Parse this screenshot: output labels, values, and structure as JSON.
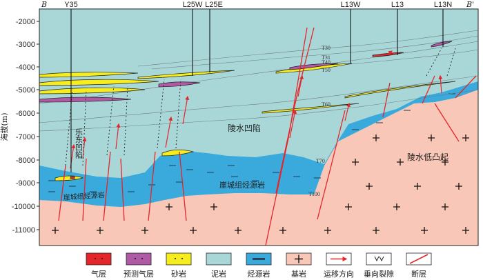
{
  "corners": {
    "left": "B",
    "right": "B'"
  },
  "wells": [
    {
      "id": "y35",
      "label": "Y35"
    },
    {
      "id": "l25w",
      "label": "L25W"
    },
    {
      "id": "l25e",
      "label": "L25E"
    },
    {
      "id": "l13w",
      "label": "L13W"
    },
    {
      "id": "l13",
      "label": "L13"
    },
    {
      "id": "l13n",
      "label": "L13N"
    }
  ],
  "axis": {
    "title": "海拔(m)",
    "ticks": [
      "-2000",
      "-3000",
      "-4000",
      "-5000",
      "-6000",
      "-7000",
      "-8000",
      "-9000",
      "-10000",
      "-11000"
    ]
  },
  "annotations": {
    "ledong_sag": "乐东凹陷",
    "lingshui_sag": "陵水凹陷",
    "lingshui_low_uplift": "陵水低凸起",
    "yacheng_source_right": "崖城组烃源岩",
    "yacheng_source_left": "崖城组烃源岩",
    "t30": "T30",
    "t31": "T31",
    "t40": "T40",
    "t50": "T50",
    "t60": "T60",
    "t70": "T70",
    "t100": "T100"
  },
  "legend": [
    {
      "id": "gas-layer",
      "label": "气层",
      "color": "#e3262a"
    },
    {
      "id": "predicted-gas",
      "label": "预测气层",
      "color": "#b05aa6"
    },
    {
      "id": "sandstone",
      "label": "砂岩",
      "color": "#f6ec1e"
    },
    {
      "id": "mudstone",
      "label": "泥岩",
      "color": "#a9d7d8"
    },
    {
      "id": "source-rock",
      "label": "烃源岩",
      "color": "#3aa9dc"
    },
    {
      "id": "basement",
      "label": "基岩",
      "color": "#f8c7b8"
    },
    {
      "id": "migration",
      "label": "运移方向",
      "color": "#e3262a"
    },
    {
      "id": "fracture",
      "label": "垂向裂隙",
      "color": "#222222"
    },
    {
      "id": "fault",
      "label": "断层",
      "color": "#e3262a"
    }
  ]
}
